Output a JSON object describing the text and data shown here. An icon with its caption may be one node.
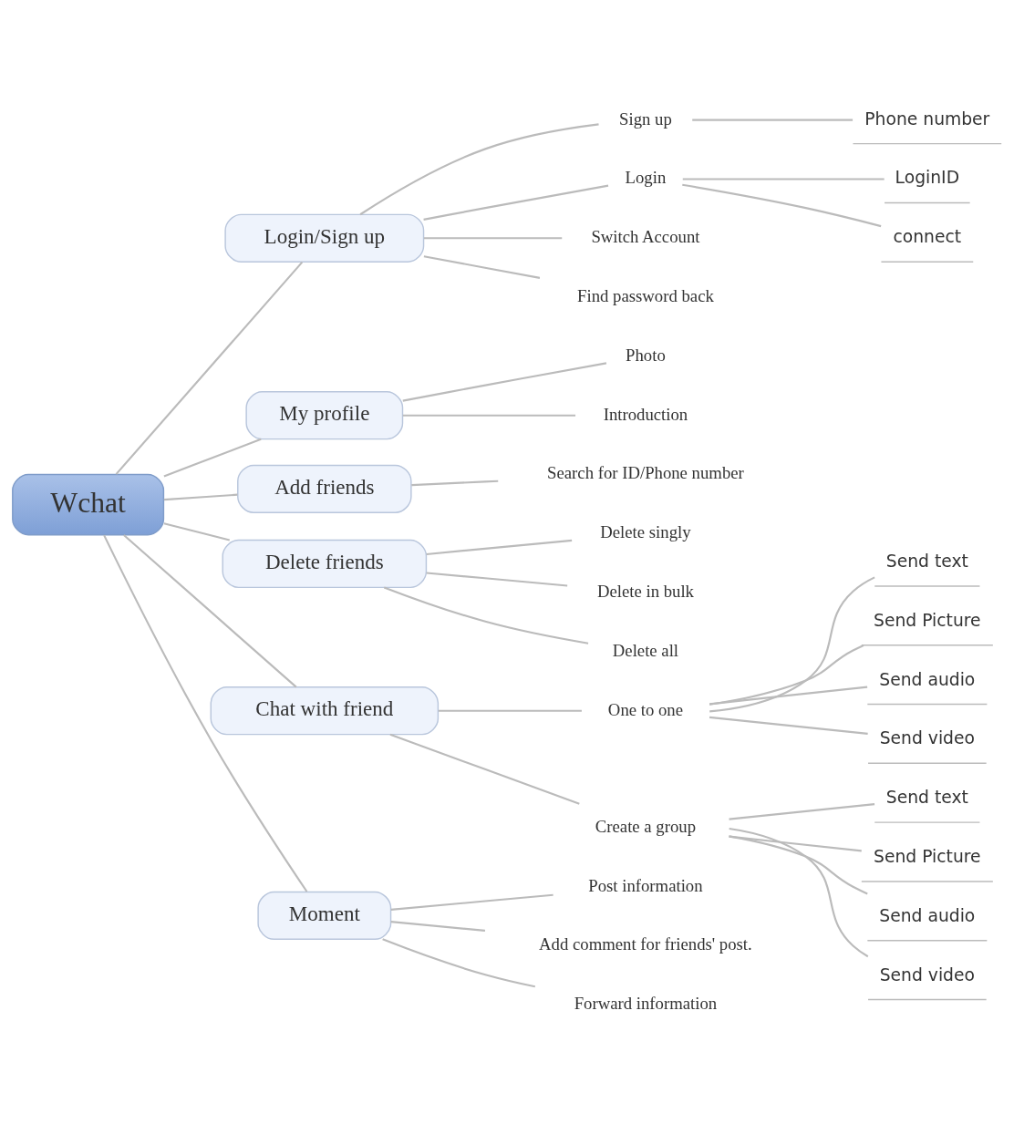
{
  "diagram": {
    "nodes": [
      {
        "text": [
          "Wchat"
        ]
      },
      {
        "text": [
          "Login/Sign up"
        ]
      },
      {
        "text": [
          "Sign up"
        ]
      },
      {
        "text": [
          "Phone number"
        ]
      },
      {
        "text": [
          "Login"
        ]
      },
      {
        "text": [
          "LoginID"
        ]
      },
      {
        "text": [
          "connect"
        ]
      },
      {
        "text": [
          "Switch Account"
        ]
      },
      {
        "text": [
          "Find password back"
        ]
      },
      {
        "text": [
          "My profile"
        ]
      },
      {
        "text": [
          "Photo"
        ]
      },
      {
        "text": [
          "Introduction"
        ]
      },
      {
        "text": [
          "Add friends"
        ]
      },
      {
        "text": [
          "Search for ID/Phone number"
        ]
      },
      {
        "text": [
          "Delete friends"
        ]
      },
      {
        "text": [
          "Delete singly"
        ]
      },
      {
        "text": [
          "Delete in bulk"
        ]
      },
      {
        "text": [
          "Delete all"
        ]
      },
      {
        "text": [
          "Chat with friend"
        ]
      },
      {
        "text": [
          "One to one"
        ]
      },
      {
        "text": [
          "Send text"
        ]
      },
      {
        "text": [
          "Send Picture"
        ]
      },
      {
        "text": [
          "Send audio"
        ]
      },
      {
        "text": [
          "Send video"
        ]
      },
      {
        "text": [
          "Create a group"
        ]
      },
      {
        "text": [
          "Send text"
        ]
      },
      {
        "text": [
          "Send Picture"
        ]
      },
      {
        "text": [
          "Send audio"
        ]
      },
      {
        "text": [
          "Send video"
        ]
      },
      {
        "text": [
          "Moment"
        ]
      },
      {
        "text": [
          "Post information"
        ]
      },
      {
        "text": [
          "Add comment for friends' post."
        ]
      },
      {
        "text": [
          "Forward information"
        ]
      }
    ],
    "edges": [
      {
        "from": 0,
        "to": 1,
        "arrow": "none"
      },
      {
        "from": 1,
        "to": 2,
        "arrow": "none"
      },
      {
        "from": 2,
        "to": 3,
        "arrow": "none"
      },
      {
        "from": 1,
        "to": 4,
        "arrow": "none"
      },
      {
        "from": 4,
        "to": 5,
        "arrow": "none"
      },
      {
        "from": 4,
        "to": 6,
        "arrow": "none"
      },
      {
        "from": 1,
        "to": 7,
        "arrow": "none"
      },
      {
        "from": 1,
        "to": 8,
        "arrow": "none"
      },
      {
        "from": 0,
        "to": 9,
        "arrow": "none"
      },
      {
        "from": 9,
        "to": 10,
        "arrow": "none"
      },
      {
        "from": 9,
        "to": 11,
        "arrow": "none"
      },
      {
        "from": 0,
        "to": 12,
        "arrow": "none"
      },
      {
        "from": 12,
        "to": 13,
        "arrow": "none"
      },
      {
        "from": 0,
        "to": 14,
        "arrow": "none"
      },
      {
        "from": 14,
        "to": 15,
        "arrow": "none"
      },
      {
        "from": 14,
        "to": 16,
        "arrow": "none"
      },
      {
        "from": 14,
        "to": 17,
        "arrow": "none"
      },
      {
        "from": 0,
        "to": 18,
        "arrow": "none"
      },
      {
        "from": 18,
        "to": 19,
        "arrow": "none"
      },
      {
        "from": 19,
        "to": 20,
        "arrow": "none"
      },
      {
        "from": 19,
        "to": 21,
        "arrow": "none"
      },
      {
        "from": 19,
        "to": 22,
        "arrow": "none"
      },
      {
        "from": 19,
        "to": 23,
        "arrow": "none"
      },
      {
        "from": 18,
        "to": 24,
        "arrow": "none"
      },
      {
        "from": 24,
        "to": 25,
        "arrow": "none"
      },
      {
        "from": 24,
        "to": 26,
        "arrow": "none"
      },
      {
        "from": 24,
        "to": 27,
        "arrow": "none"
      },
      {
        "from": 24,
        "to": 28,
        "arrow": "none"
      },
      {
        "from": 0,
        "to": 29,
        "arrow": "none"
      },
      {
        "from": 29,
        "to": 30,
        "arrow": "none"
      },
      {
        "from": 29,
        "to": 31,
        "arrow": "none"
      },
      {
        "from": 29,
        "to": 32,
        "arrow": "none"
      }
    ]
  }
}
